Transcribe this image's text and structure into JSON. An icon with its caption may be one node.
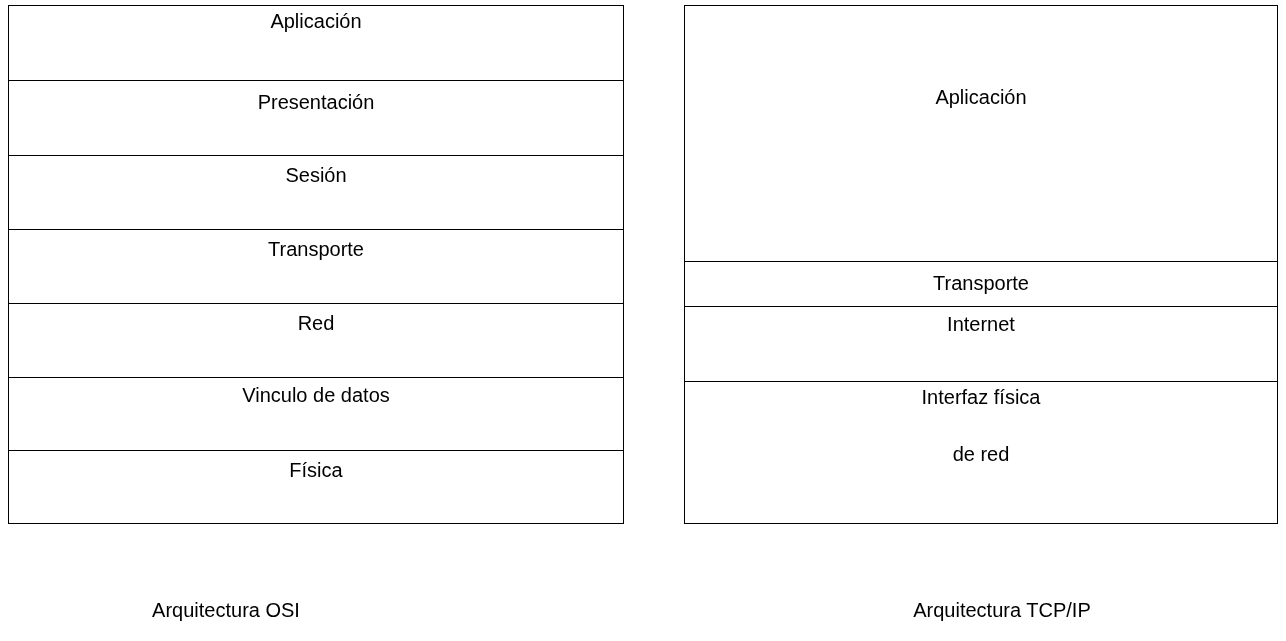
{
  "diagram": {
    "nodes": [
      {
        "text": [],
        "shape": "box"
      },
      {
        "text": [
          "Aplicación"
        ],
        "in": 0
      },
      {
        "text": [
          "Presentación"
        ],
        "in": 0
      },
      {
        "text": [
          "Sesión"
        ],
        "in": 0
      },
      {
        "text": [
          "Transporte"
        ],
        "in": 0
      },
      {
        "text": [
          "Red"
        ],
        "in": 0
      },
      {
        "text": [
          "Vinculo de datos"
        ],
        "in": 0
      },
      {
        "text": [
          "Física"
        ],
        "in": 0
      },
      {
        "text": [],
        "shape": "box"
      },
      {
        "text": [
          "Aplicación"
        ],
        "in": 8
      },
      {
        "text": [
          "Transporte"
        ],
        "in": 8
      },
      {
        "text": [
          "Internet"
        ],
        "in": 8
      },
      {
        "text": [
          "Interfaz física de red"
        ],
        "in": 8
      }
    ],
    "labels": [
      "Arquitectura OSI",
      "Arquitectura TCP/IP"
    ]
  }
}
